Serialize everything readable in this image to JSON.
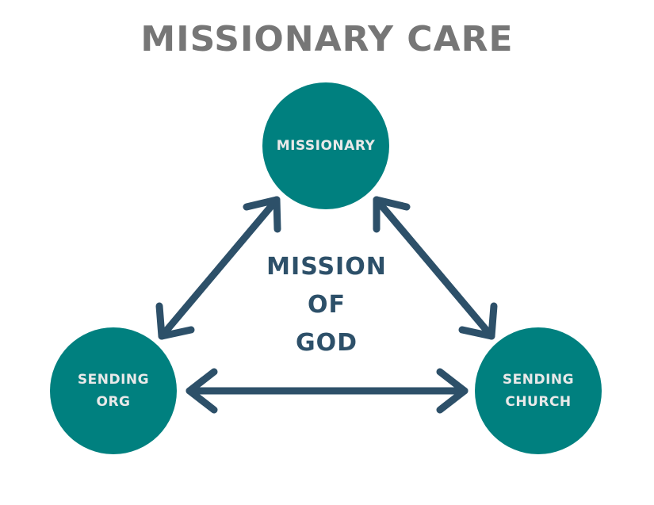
{
  "title": "MISSIONARY CARE",
  "nodes": {
    "missionary": {
      "label": "MISSIONARY"
    },
    "sending_org": {
      "line1": "SENDING",
      "line2": "ORG"
    },
    "sending_church": {
      "line1": "SENDING",
      "line2": "CHURCH"
    }
  },
  "center": {
    "line1": "MISSION",
    "line2": "OF",
    "line3": "GOD"
  },
  "colors": {
    "title": "#767676",
    "node_fill": "#00807f",
    "node_text": "#e9e9e9",
    "arrow": "#2d5069",
    "center_text": "#2d5069"
  }
}
